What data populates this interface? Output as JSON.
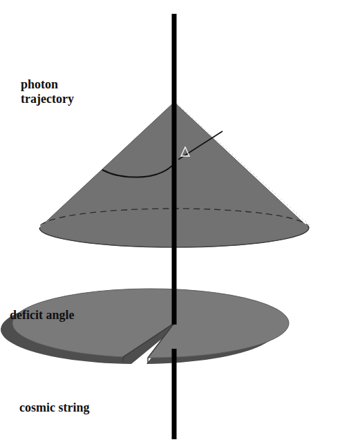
{
  "diagram": {
    "labels": [
      "photon trajectory",
      "deficit angle",
      "cosmic string"
    ]
  }
}
